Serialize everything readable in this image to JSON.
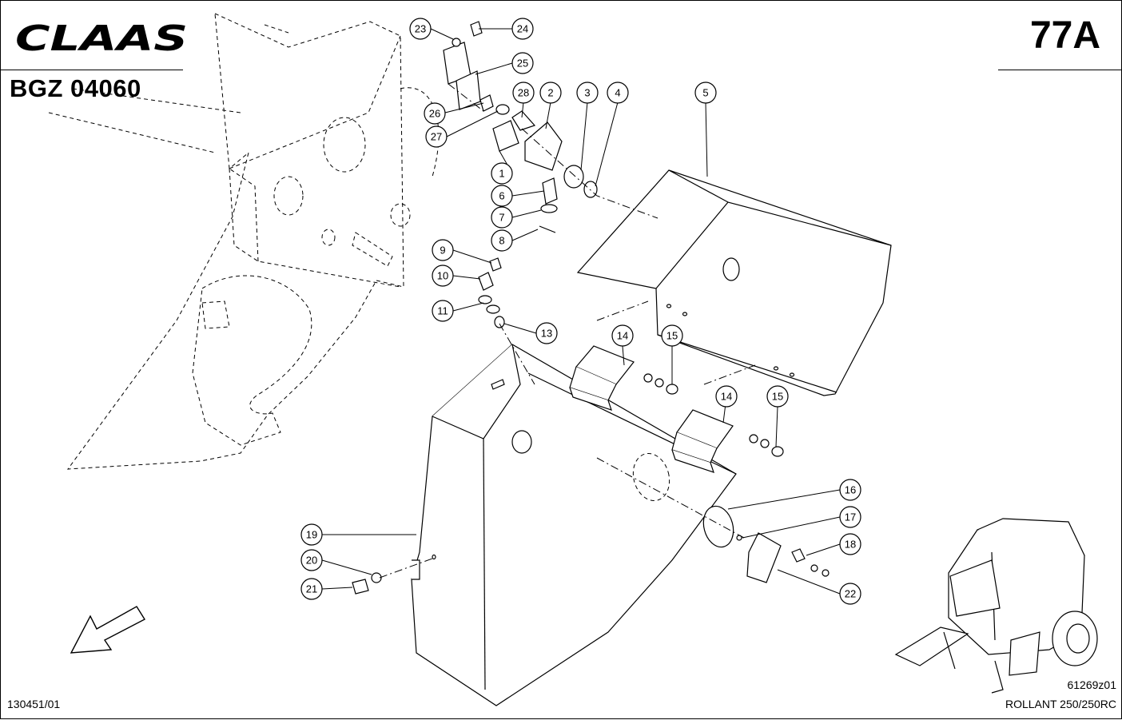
{
  "header": {
    "brand": "CLAAS",
    "doc_code": "BGZ 04060",
    "page_no": "77A"
  },
  "footer": {
    "drawing_no": "130451/01",
    "figure_no": "61269z01",
    "model": "ROLLANT 250/250RC"
  },
  "callouts": [
    "1",
    "2",
    "3",
    "4",
    "5",
    "6",
    "7",
    "8",
    "9",
    "10",
    "11",
    "13",
    "14",
    "14",
    "15",
    "15",
    "16",
    "17",
    "18",
    "19",
    "20",
    "21",
    "22",
    "23",
    "24",
    "25",
    "26",
    "27",
    "28"
  ]
}
